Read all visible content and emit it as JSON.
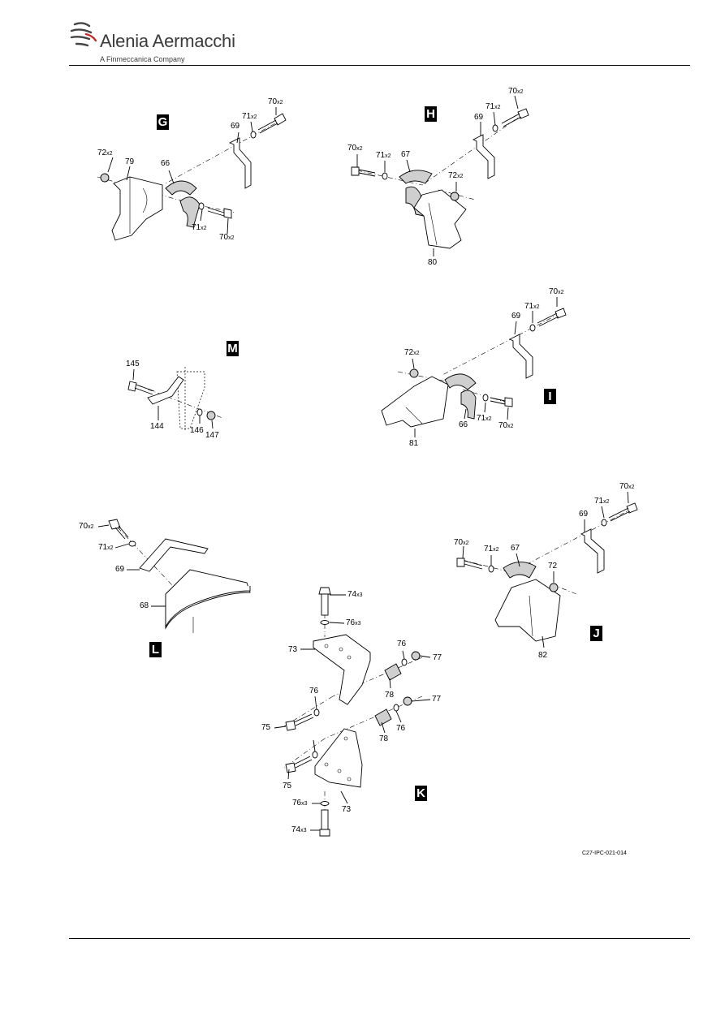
{
  "header": {
    "brand": "Alenia Aermacchi",
    "tagline": "A Finmeccanica Company"
  },
  "views": [
    {
      "letter": "G",
      "callouts": [
        {
          "num": "72",
          "mult": "x2"
        },
        {
          "num": "79",
          "mult": ""
        },
        {
          "num": "66",
          "mult": ""
        },
        {
          "num": "69",
          "mult": ""
        },
        {
          "num": "71",
          "mult": "x2"
        },
        {
          "num": "70",
          "mult": "x2"
        },
        {
          "num": "71",
          "mult": "x2"
        },
        {
          "num": "70",
          "mult": "x2"
        }
      ]
    },
    {
      "letter": "H",
      "callouts": [
        {
          "num": "70",
          "mult": "x2"
        },
        {
          "num": "71",
          "mult": "x2"
        },
        {
          "num": "67",
          "mult": ""
        },
        {
          "num": "69",
          "mult": ""
        },
        {
          "num": "71",
          "mult": "x2"
        },
        {
          "num": "70",
          "mult": "x2"
        },
        {
          "num": "72",
          "mult": "x2"
        },
        {
          "num": "80",
          "mult": ""
        }
      ]
    },
    {
      "letter": "M",
      "callouts": [
        {
          "num": "145",
          "mult": ""
        },
        {
          "num": "144",
          "mult": ""
        },
        {
          "num": "146",
          "mult": ""
        },
        {
          "num": "147",
          "mult": ""
        }
      ]
    },
    {
      "letter": "I",
      "callouts": [
        {
          "num": "70",
          "mult": "x2"
        },
        {
          "num": "71",
          "mult": "x2"
        },
        {
          "num": "69",
          "mult": ""
        },
        {
          "num": "72",
          "mult": "x2"
        },
        {
          "num": "66",
          "mult": ""
        },
        {
          "num": "71",
          "mult": "x2"
        },
        {
          "num": "70",
          "mult": "x2"
        },
        {
          "num": "81",
          "mult": ""
        }
      ]
    },
    {
      "letter": "L",
      "callouts": [
        {
          "num": "70",
          "mult": "x2"
        },
        {
          "num": "71",
          "mult": "x2"
        },
        {
          "num": "69",
          "mult": ""
        },
        {
          "num": "68",
          "mult": ""
        }
      ]
    },
    {
      "letter": "J",
      "callouts": [
        {
          "num": "70",
          "mult": "x2"
        },
        {
          "num": "71",
          "mult": "x2"
        },
        {
          "num": "69",
          "mult": ""
        },
        {
          "num": "70",
          "mult": "x2"
        },
        {
          "num": "71",
          "mult": "x2"
        },
        {
          "num": "67",
          "mult": ""
        },
        {
          "num": "72",
          "mult": ""
        },
        {
          "num": "82",
          "mult": ""
        }
      ]
    },
    {
      "letter": "K",
      "callouts": [
        {
          "num": "74",
          "mult": "x3"
        },
        {
          "num": "76",
          "mult": "x3"
        },
        {
          "num": "73",
          "mult": ""
        },
        {
          "num": "76",
          "mult": ""
        },
        {
          "num": "77",
          "mult": ""
        },
        {
          "num": "78",
          "mult": ""
        },
        {
          "num": "76",
          "mult": ""
        },
        {
          "num": "75",
          "mult": ""
        },
        {
          "num": "77",
          "mult": ""
        },
        {
          "num": "76",
          "mult": ""
        },
        {
          "num": "78",
          "mult": ""
        },
        {
          "num": "75",
          "mult": ""
        },
        {
          "num": "76",
          "mult": "x3"
        },
        {
          "num": "73",
          "mult": ""
        },
        {
          "num": "74",
          "mult": "x3"
        }
      ]
    }
  ],
  "figure_ref": "C27-IPC-021-014"
}
